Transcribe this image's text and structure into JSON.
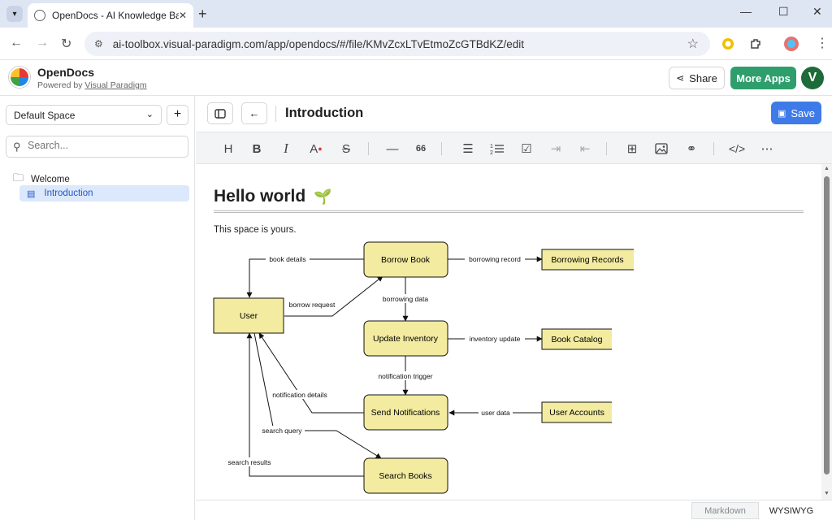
{
  "browser": {
    "tab_title": "OpenDocs - AI Knowledge Base",
    "url": "ai-toolbox.visual-paradigm.com/app/opendocs/#/file/KMvZcxLTvEtmoZcGTBdKZ/edit"
  },
  "app": {
    "brand": "OpenDocs",
    "powered_prefix": "Powered by ",
    "powered_link": "Visual Paradigm",
    "share_label": "Share",
    "more_apps_label": "More Apps",
    "avatar_initial": "V",
    "colors": {
      "accent": "#3f7be8",
      "more_apps": "#2e9e6c",
      "avatar": "#1e6b3a",
      "node_fill": "#f2eba0"
    }
  },
  "sidebar": {
    "space_selected": "Default Space",
    "search_placeholder": "Search...",
    "tree": {
      "folder": "Welcome",
      "page": "Introduction"
    }
  },
  "editor": {
    "title": "Introduction",
    "save_label": "Save",
    "toolbar_quote_label": "66",
    "heading": "Hello world",
    "paragraph": "This space is yours.",
    "modes": {
      "markdown": "Markdown",
      "wysiwyg": "WYSIWYG"
    }
  },
  "diagram": {
    "nodes": {
      "user": "User",
      "borrow_book": "Borrow Book",
      "borrowing_records": "Borrowing Records",
      "update_inventory": "Update Inventory",
      "book_catalog": "Book Catalog",
      "send_notifications": "Send Notifications",
      "user_accounts": "User Accounts",
      "search_books": "Search Books"
    },
    "edges": {
      "book_details": "book details",
      "borrow_request": "borrow request",
      "borrowing_record": "borrowing record",
      "borrowing_data": "borrowing data",
      "inventory_update": "inventory update",
      "notification_trigger": "notification trigger",
      "notification_details": "notification details",
      "user_data": "user data",
      "search_query": "search query",
      "search_results": "search results"
    }
  }
}
